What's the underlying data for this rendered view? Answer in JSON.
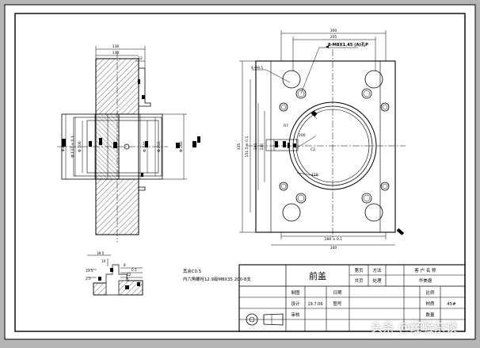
{
  "drawing": {
    "left_view": {
      "top_dims": [
        "136",
        "130",
        "12"
      ],
      "left_dims": [
        "Φ280",
        "Φ 137 ± 0.1",
        "Φ 106"
      ],
      "right_dims": [
        "Φ 140",
        "Φ 155",
        "Φ 260"
      ]
    },
    "front_view": {
      "dim_top_outer": "300",
      "dim_top_inner": "205",
      "thread_note": "8-M8X1.45 (A)孔P",
      "hole_note": "4-Φ9.5",
      "dim_left": "335",
      "dim_height_1": "151.5 ± 0.1",
      "dim_height_2": "282",
      "dim_height_3": "240",
      "dim_r": "R7",
      "dim_mid": "200",
      "dim_c": "C2",
      "dim_inner_small": "118",
      "dim_bottom_inner": "280 ± 0.1",
      "dim_bottom_outer": "300"
    },
    "detail_view": {
      "dims": [
        "39.5",
        "10",
        "8",
        "0.5",
        "13.5",
        "2.5",
        "62",
        "5"
      ]
    },
    "notes": {
      "line1": "其余C0.5",
      "line2": "内六角螺栓12.9级M8X35 200-8支"
    },
    "title_block": {
      "part_name": "前盖",
      "header_wbkz": "客 户 名 称",
      "cells": {
        "r1c3": "第页",
        "r1c4": "方法",
        "r2c3": "共页",
        "r2c4": "处理",
        "customer": "华美德"
      },
      "labels": {
        "zhitu": "制图",
        "riqi": "日期",
        "bili": "比例",
        "sheji": "设计",
        "date_val": "19.7.06",
        "tuhao": "图号",
        "caizhi": "材质",
        "material": "45#",
        "shenhe": "审核",
        "shuliang": "数量"
      }
    }
  },
  "watermark": "头条 @经验杂谈"
}
